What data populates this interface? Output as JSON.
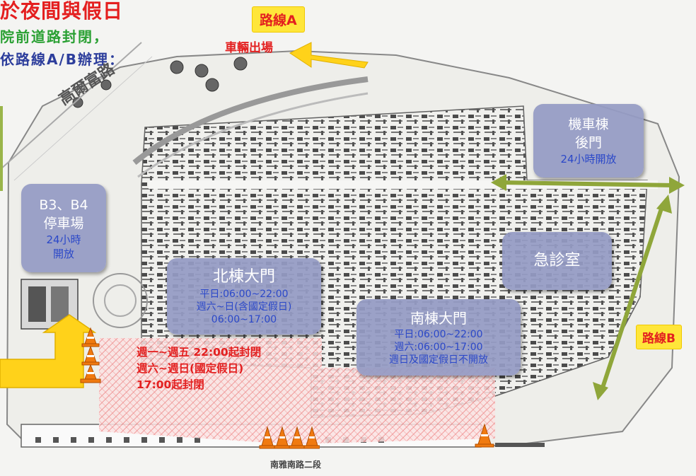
{
  "header": {
    "line1": "於夜間與假日",
    "line2": "院前道路封閉，",
    "line3": "依路線A/B辦理："
  },
  "routes": {
    "route_a_label": "路線A",
    "route_b_label": "路線B",
    "exit_label": "車輛出場"
  },
  "streets": {
    "north": "高爾富路",
    "south": "南雅南路二段"
  },
  "boxes": {
    "motorcycle": {
      "title1": "機車棟",
      "title2": "後門",
      "hours": "24小時開放"
    },
    "parking": {
      "title1": "B3、B4",
      "title2": "停車場",
      "hours1": "24小時",
      "hours2": "開放"
    },
    "north_gate": {
      "title": "北棟大門",
      "line1": "平日:06:00~22:00",
      "line2": "週六~日(含國定假日)",
      "line3": "06:00~17:00"
    },
    "south_gate": {
      "title": "南棟大門",
      "line1": "平日:06:00~22:00",
      "line2": "週六:06:00~17:00",
      "line3": "週日及國定假日不開放"
    },
    "er": {
      "title": "急診室"
    }
  },
  "closure": {
    "line1": "週一~週五 22:00起封閉",
    "line2": "週六~週日(國定假日)",
    "line3": "17:00起封閉"
  },
  "colors": {
    "route_arrow": "#ffd21a",
    "route_b_arrow": "#8fa63a",
    "closure_hatch": "#f08a8a",
    "box_fill": "#959cc6",
    "cone": "#f07a10"
  }
}
